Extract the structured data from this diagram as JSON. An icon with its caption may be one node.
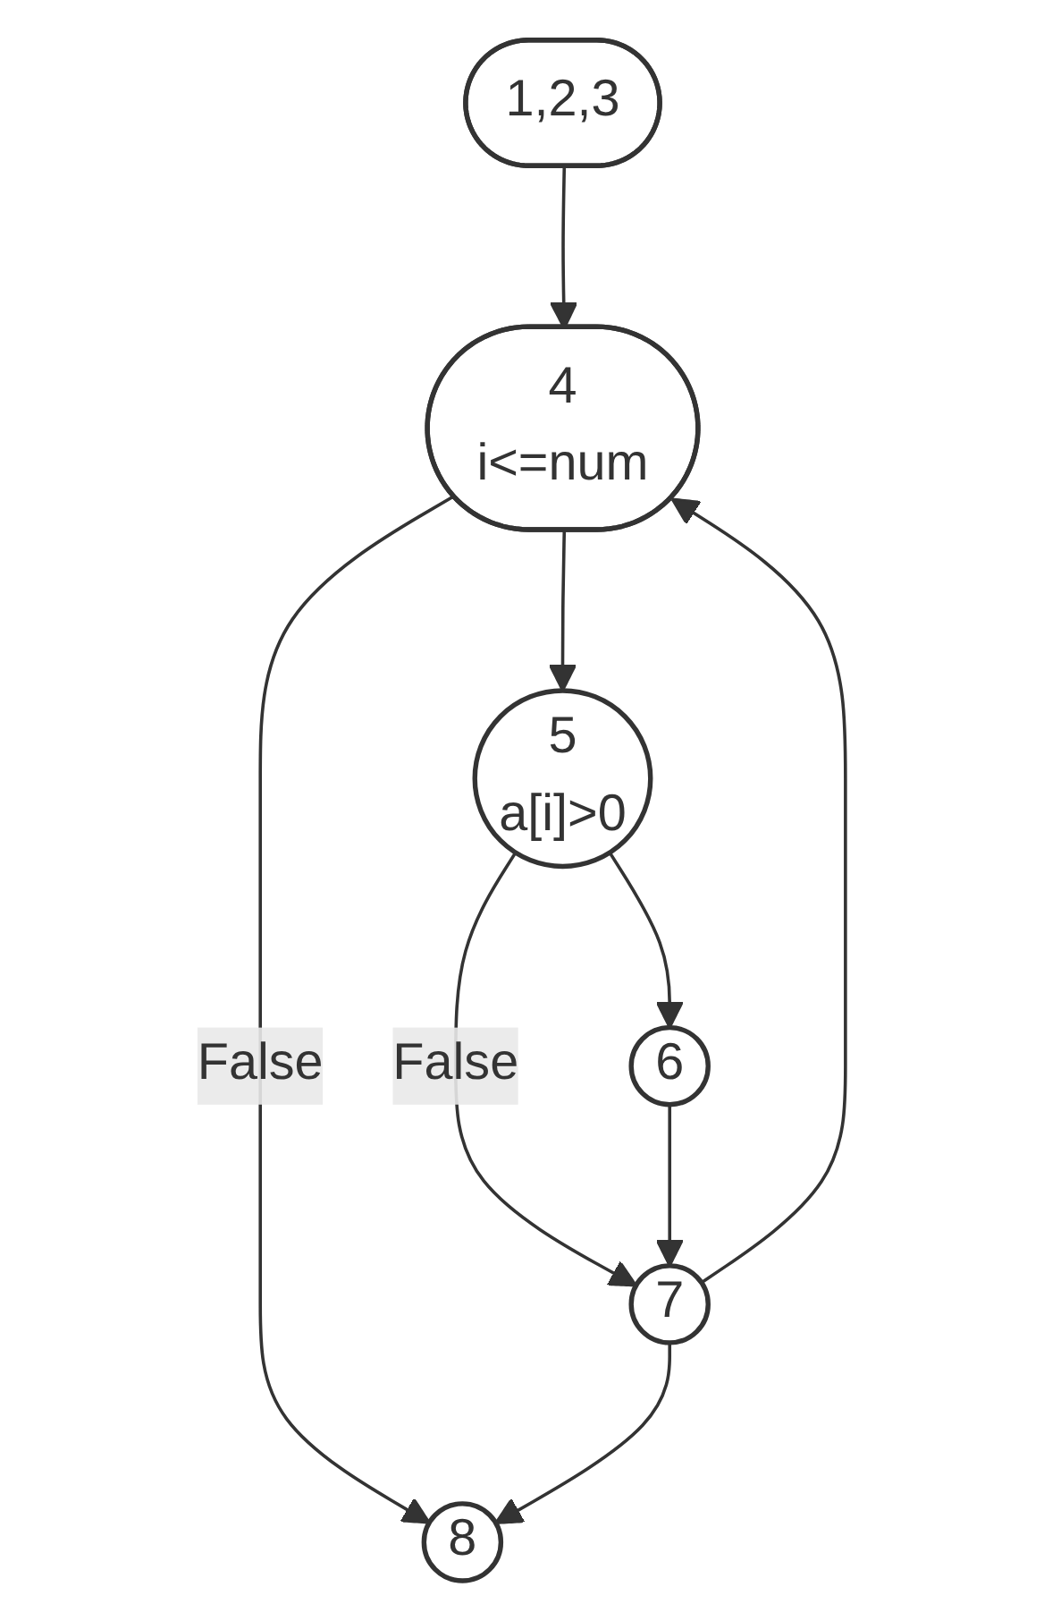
{
  "diagram": {
    "nodes": [
      {
        "text": [
          "1,2,3"
        ]
      },
      {
        "text": [
          "4",
          "i<=num"
        ]
      },
      {
        "text": [
          "5",
          "a[i]>0"
        ]
      },
      {
        "text": [
          "6"
        ]
      },
      {
        "text": [
          "7"
        ]
      },
      {
        "text": [
          "8"
        ]
      }
    ],
    "edges": [
      {
        "from": 0,
        "to": 1,
        "arrow": "to"
      },
      {
        "from": 1,
        "to": 2,
        "arrow": "to"
      },
      {
        "from": 1,
        "to": 5,
        "label": "False",
        "arrow": "to"
      },
      {
        "from": 2,
        "to": 3,
        "arrow": "to"
      },
      {
        "from": 2,
        "to": 4,
        "label": "False",
        "arrow": "to"
      },
      {
        "from": 3,
        "to": 4,
        "arrow": "to"
      },
      {
        "from": 4,
        "to": 1,
        "arrow": "to"
      },
      {
        "from": 4,
        "to": 5,
        "arrow": "to"
      }
    ]
  }
}
